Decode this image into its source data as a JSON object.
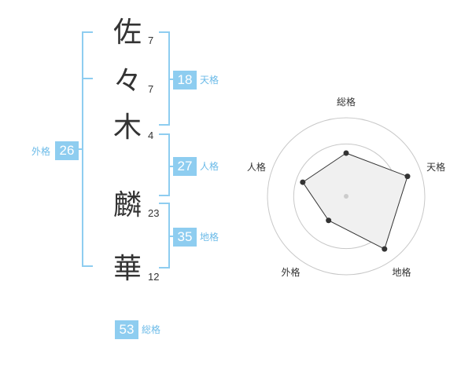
{
  "name_chars": [
    {
      "char": "佐",
      "strokes": "7"
    },
    {
      "char": "々",
      "strokes": "7"
    },
    {
      "char": "木",
      "strokes": "4"
    },
    {
      "char": "麟",
      "strokes": "23"
    },
    {
      "char": "華",
      "strokes": "12"
    }
  ],
  "fortunes": {
    "tenkaku": {
      "value": "18",
      "label": "天格"
    },
    "jinkaku": {
      "value": "27",
      "label": "人格"
    },
    "chikaku": {
      "value": "35",
      "label": "地格"
    },
    "gaikaku": {
      "value": "26",
      "label": "外格"
    },
    "soukaku": {
      "value": "53",
      "label": "総格"
    }
  },
  "colors": {
    "accent": "#8ecdf0",
    "label": "#6cbbe8",
    "radar_fill": "#f0f0f0",
    "radar_line": "#333333"
  },
  "chart_data": {
    "type": "radar",
    "axes": [
      "総格",
      "天格",
      "地格",
      "外格",
      "人格"
    ],
    "values": [
      0.55,
      0.82,
      0.83,
      0.38,
      0.58
    ],
    "range": [
      0,
      1
    ],
    "rings": 3,
    "grid": true
  }
}
